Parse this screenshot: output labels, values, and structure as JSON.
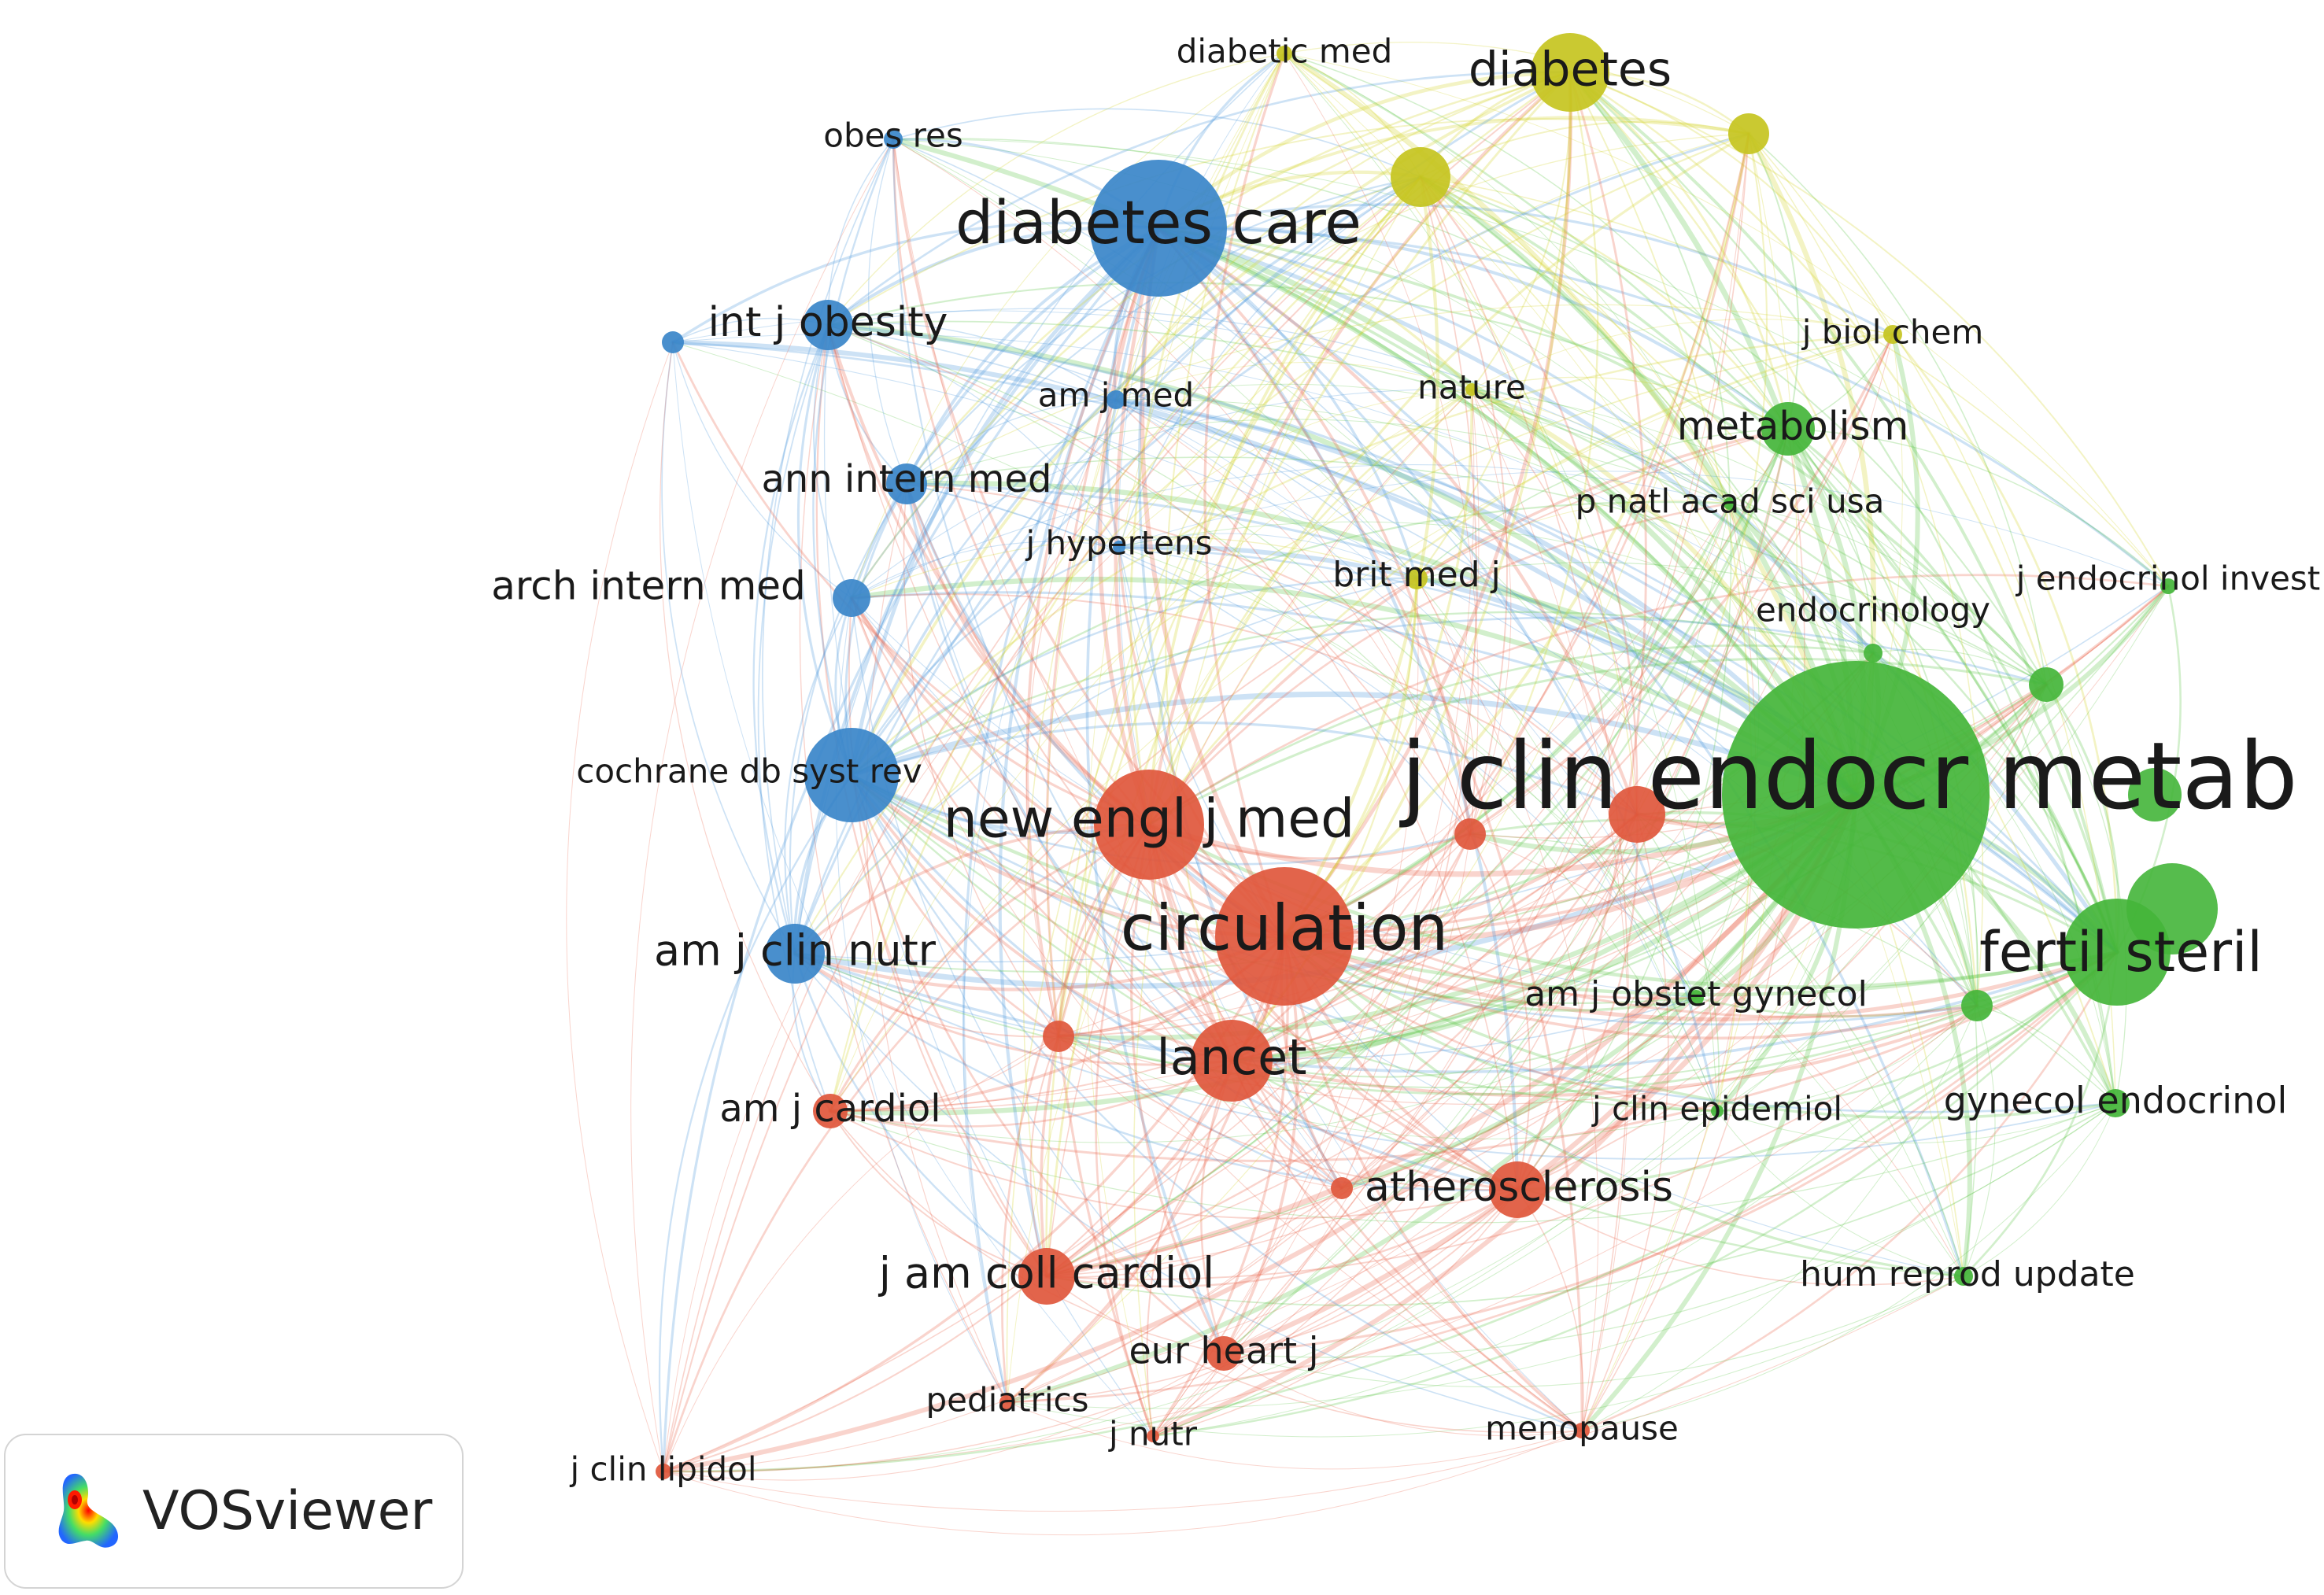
{
  "clusters": {
    "red": {
      "color": "#e8664a",
      "node": "#e0573c"
    },
    "green": {
      "color": "#5cc447",
      "node": "#44b53a"
    },
    "blue": {
      "color": "#4a97dc",
      "node": "#3a85c9"
    },
    "yellow": {
      "color": "#d3d32c",
      "node": "#c6c420"
    }
  },
  "nodes": [
    {
      "id": "jcem",
      "label": "j clin endocr metab",
      "cluster": "green"
    },
    {
      "id": "fertil",
      "label": "fertil steril",
      "cluster": "green"
    },
    {
      "id": "metabolism",
      "label": "metabolism",
      "cluster": "green"
    },
    {
      "id": "endocrinology",
      "label": "endocrinology",
      "cluster": "green"
    },
    {
      "id": "jendoinvest",
      "label": "j endocrinol invest",
      "cluster": "green"
    },
    {
      "id": "pnas",
      "label": "p natl acad sci usa",
      "cluster": "green"
    },
    {
      "id": "amjobstet",
      "label": "am j obstet gynecol",
      "cluster": "green"
    },
    {
      "id": "gynecol",
      "label": "gynecol endocrinol",
      "cluster": "green"
    },
    {
      "id": "jclinepi",
      "label": "j clin epidemiol",
      "cluster": "green"
    },
    {
      "id": "humreprod",
      "label": "hum reprod update",
      "cluster": "green"
    },
    {
      "id": "diabetescare",
      "label": "diabetes care",
      "cluster": "blue"
    },
    {
      "id": "intjobes",
      "label": "int j obesity",
      "cluster": "blue"
    },
    {
      "id": "obesres",
      "label": "obes res",
      "cluster": "blue"
    },
    {
      "id": "annintern",
      "label": "ann intern med",
      "cluster": "blue"
    },
    {
      "id": "archintern",
      "label": "arch intern med",
      "cluster": "blue"
    },
    {
      "id": "amjmed",
      "label": "am j med",
      "cluster": "blue"
    },
    {
      "id": "cochrane",
      "label": "cochrane db syst rev",
      "cluster": "blue"
    },
    {
      "id": "amjclinnutr",
      "label": "am j clin nutr",
      "cluster": "blue"
    },
    {
      "id": "jhypertens",
      "label": "j hypertens",
      "cluster": "blue"
    },
    {
      "id": "diabetes",
      "label": "diabetes",
      "cluster": "yellow"
    },
    {
      "id": "diabeticmed",
      "label": "diabetic med",
      "cluster": "yellow"
    },
    {
      "id": "nature",
      "label": "nature",
      "cluster": "yellow"
    },
    {
      "id": "jbiolchem",
      "label": "j biol chem",
      "cluster": "yellow"
    },
    {
      "id": "britmedj",
      "label": "brit med j",
      "cluster": "yellow"
    },
    {
      "id": "diabetologia",
      "label": "",
      "cluster": "yellow"
    },
    {
      "id": "yel3",
      "label": "",
      "cluster": "yellow"
    },
    {
      "id": "newengl",
      "label": "new engl j med",
      "cluster": "red"
    },
    {
      "id": "circulation",
      "label": "circulation",
      "cluster": "red"
    },
    {
      "id": "lancet",
      "label": "lancet",
      "cluster": "red"
    },
    {
      "id": "amjcardiol",
      "label": "am j cardiol",
      "cluster": "red"
    },
    {
      "id": "atheroscl",
      "label": "atherosclerosis",
      "cluster": "red"
    },
    {
      "id": "jamcoll",
      "label": "j am coll cardiol",
      "cluster": "red"
    },
    {
      "id": "eurheart",
      "label": "eur heart j",
      "cluster": "red"
    },
    {
      "id": "pediatrics",
      "label": "pediatrics",
      "cluster": "red"
    },
    {
      "id": "jnutr",
      "label": "j nutr",
      "cluster": "red"
    },
    {
      "id": "menopause",
      "label": "menopause",
      "cluster": "red"
    },
    {
      "id": "jcliniplidol",
      "label": "j clin lipidol",
      "cluster": "red"
    },
    {
      "id": "red1",
      "label": "",
      "cluster": "red"
    },
    {
      "id": "red2",
      "label": "",
      "cluster": "red"
    },
    {
      "id": "red3",
      "label": "",
      "cluster": "red"
    },
    {
      "id": "red4",
      "label": "",
      "cluster": "red"
    },
    {
      "id": "grn1",
      "label": "",
      "cluster": "green"
    },
    {
      "id": "grn2",
      "label": "",
      "cluster": "green"
    },
    {
      "id": "blu1",
      "label": "",
      "cluster": "blue"
    }
  ],
  "branding": {
    "name": "VOSviewer"
  }
}
